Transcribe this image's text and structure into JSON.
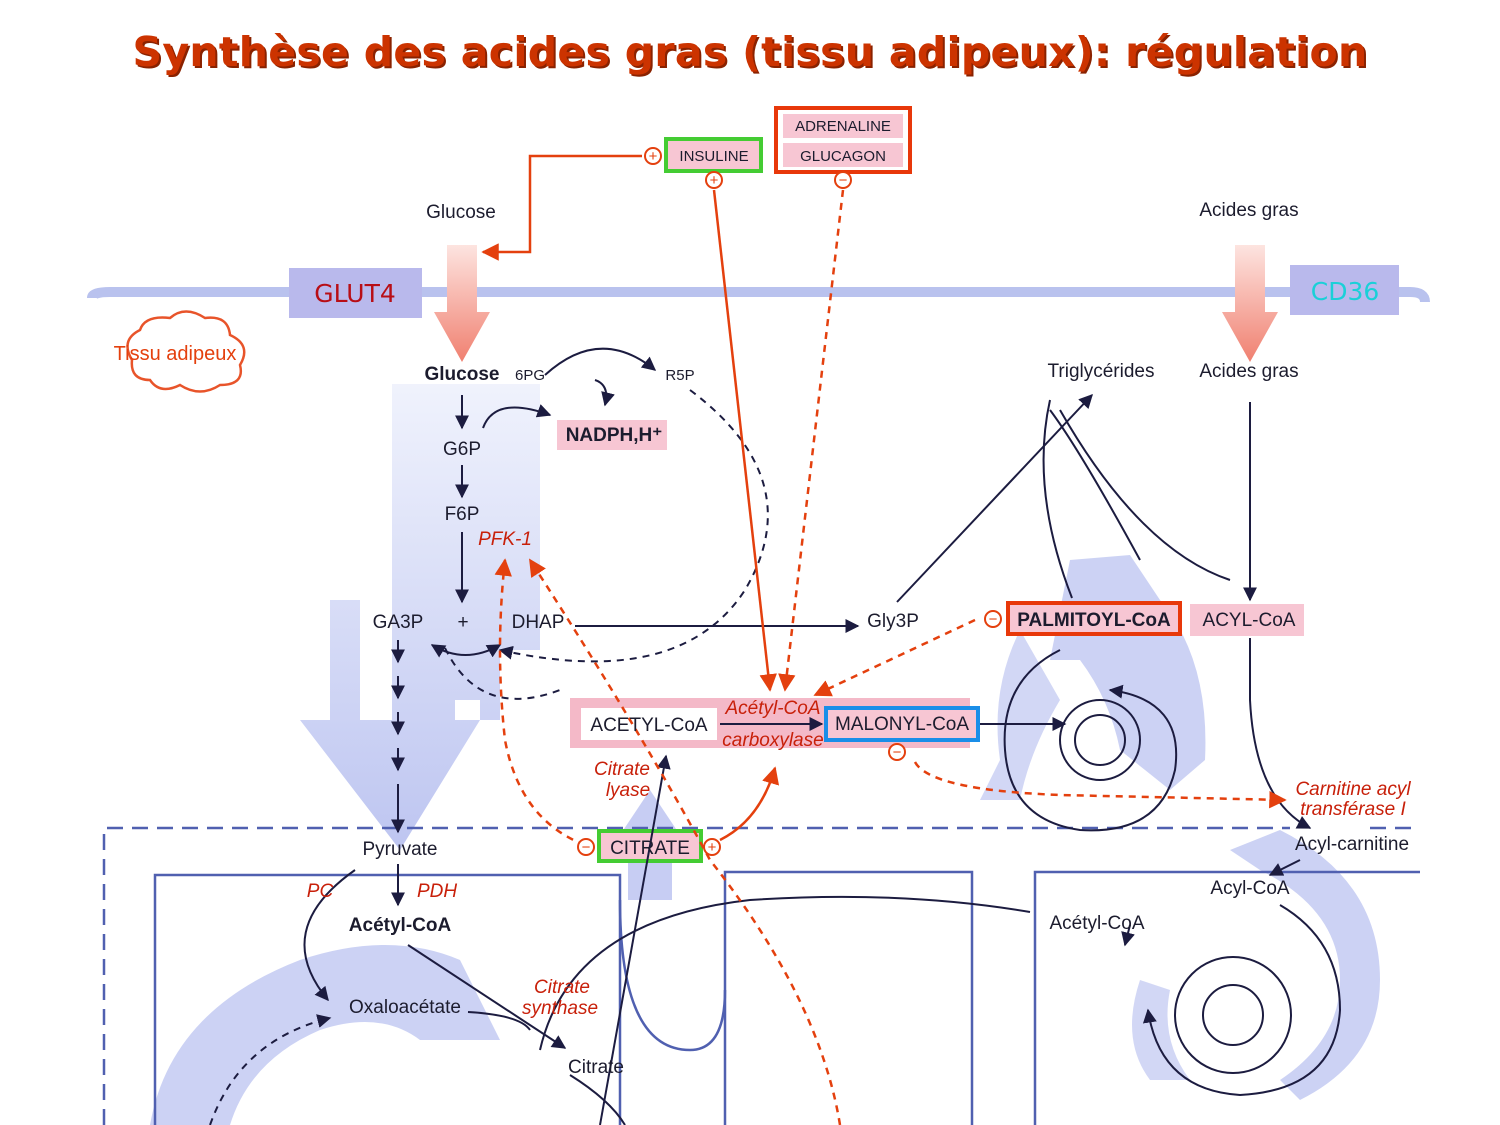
{
  "title": "Synthèse des acides gras (tissu adipeux): régulation",
  "colors": {
    "title": "#cc3300",
    "red": "#e4400e",
    "blue_flow": "#c7cdf3",
    "navy": "#1c1c40",
    "pink": "#f7c6d3",
    "green_box": "#44cc33",
    "blue_box": "#1a8ee8",
    "transporter_bg": "#b9b9ec"
  },
  "hormones": {
    "insuline": "INSULINE",
    "adrenaline": "ADRENALINE",
    "glucagon": "GLUCAGON"
  },
  "transporters": {
    "glut4": "GLUT4",
    "cd36": "CD36"
  },
  "labels": {
    "glucose_ext": "Glucose",
    "acides_gras_ext": "Acides gras",
    "tissu": "Tissu adipeux",
    "glucose": "Glucose",
    "sixpg": "6PG",
    "r5p": "R5P",
    "nadph": "NADPH,H⁺",
    "g6p": "G6P",
    "f6p": "F6P",
    "ga3p": "GA3P",
    "plus": "+",
    "dhap": "DHAP",
    "gly3p": "Gly3P",
    "triglycerides": "Triglycérides",
    "acides_gras_in": "Acides gras",
    "palmitoyl": "PALMITOYL-CoA",
    "acyl_coa": "ACYL-CoA",
    "acetyl_coa_cyto": "ACETYL-CoA",
    "malonyl": "MALONYL-CoA",
    "citrate_box": "CITRATE",
    "pyruvate": "Pyruvate",
    "acetyl_coa_mito": "Acétyl-CoA",
    "oxaloacetate": "Oxaloacétate",
    "citrate_mito": "Citrate",
    "acyl_carnitine": "Acyl-carnitine",
    "acyl_coa_mito": "Acyl-CoA",
    "acetyl_coa_right": "Acétyl-CoA"
  },
  "enzymes": {
    "pfk1": "PFK-1",
    "acc_1": "Acétyl-CoA",
    "acc_2": "carboxylase",
    "citrate_lyase_1": "Citrate",
    "citrate_lyase_2": "lyase",
    "cpt_1": "Carnitine acyl",
    "cpt_2": "transférase I",
    "pc": "PC",
    "pdh": "PDH",
    "cs_1": "Citrate",
    "cs_2": "synthase"
  },
  "signs": {
    "plus": "+",
    "minus": "−"
  }
}
